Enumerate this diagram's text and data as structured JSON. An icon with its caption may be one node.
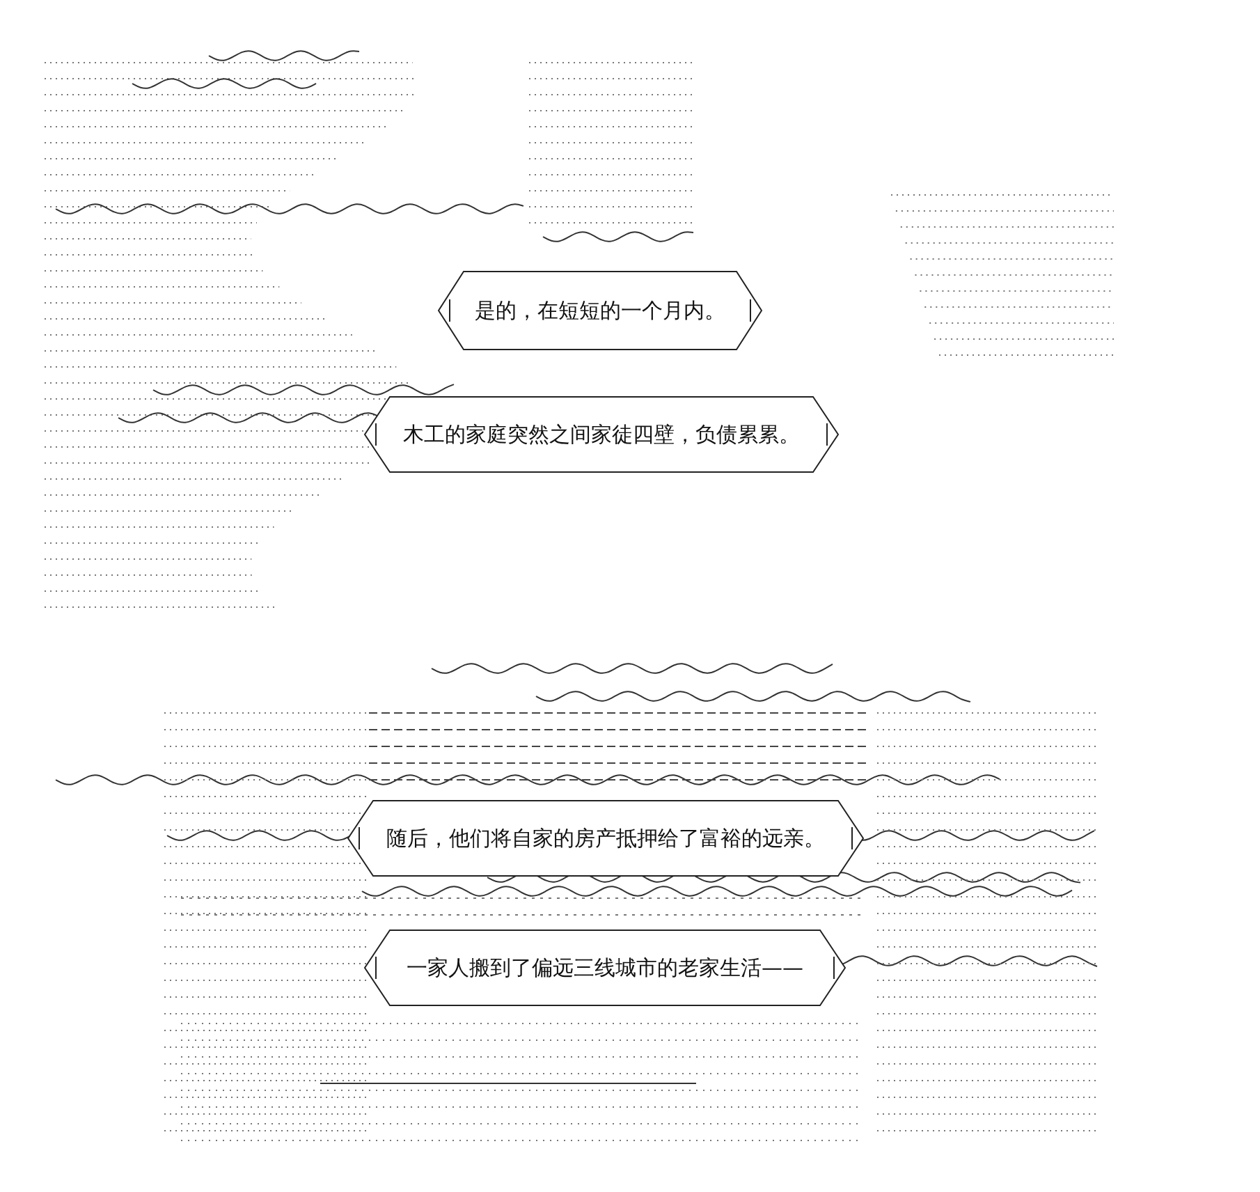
{
  "diagram": {
    "nodes": [
      {
        "text": [
          "是的，在短短的一个月内。"
        ]
      },
      {
        "text": [
          "木工的家庭突然之间家徒四壁，负债累累。"
        ]
      },
      {
        "text": [
          "随后，他们将自家的房产抵押给了富裕的远亲。"
        ]
      },
      {
        "text": [
          "一家人搬到了偏远三线城市的老家生活——"
        ]
      }
    ]
  }
}
